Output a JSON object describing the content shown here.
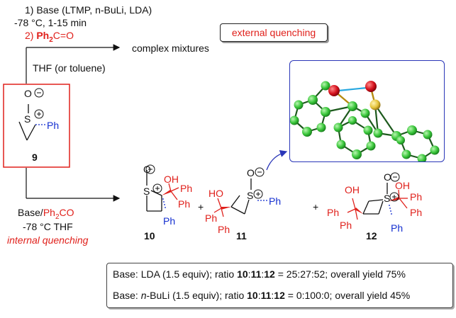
{
  "conditions_top": {
    "step1": "1) Base (LTMP, n-BuLi, LDA)",
    "temp": "-78 °C, 1-15 min",
    "step2_prefix": "2) ",
    "reagent_ph": "Ph",
    "reagent_sub": "2",
    "reagent_co": "C=O",
    "solvent": "THF (or toluene)"
  },
  "outcome_top": "complex mixtures",
  "external_label": "external quenching",
  "sm": {
    "o": "O",
    "s": "S",
    "ph": "Ph",
    "number": "9"
  },
  "conditions_bottom": {
    "base": "Base/",
    "reagent_ph": "Ph",
    "reagent_sub": "2",
    "reagent_co": "CO",
    "temp": "-78 °C  THF",
    "internal_label": "internal quenching"
  },
  "products": {
    "p10": {
      "number": "10",
      "oh": "OH",
      "ph1": "Ph",
      "ph2": "Ph",
      "ph3": "Ph",
      "o": "O",
      "s": "S"
    },
    "plus1": "+",
    "p11": {
      "number": "11",
      "ho": "HO",
      "ph1": "Ph",
      "ph2": "Ph",
      "ph3": "Ph",
      "o": "O",
      "s": "S"
    },
    "plus2": "+",
    "p12": {
      "number": "12",
      "oh1": "OH",
      "oh2": "OH",
      "ph1": "Ph",
      "ph2": "Ph",
      "ph3": "Ph",
      "ph4": "Ph",
      "ph5": "Ph",
      "o": "O",
      "s": "S"
    }
  },
  "results": {
    "line1": {
      "pre": "Base: LDA (1.5 equiv); ratio ",
      "n10": "10",
      "c1": ":",
      "n11": "11",
      "c2": ":",
      "n12": "12",
      "post": " = 25:27:52; overall yield 75%"
    },
    "line2": {
      "pre_a": "Base: ",
      "base_it": "n",
      "pre_b": "-BuLi (1.5 equiv); ratio  ",
      "n10": "10",
      "c1": ":",
      "n11": "11",
      "c2": ":",
      "n12": "12",
      "post": " = 0:100:0; overall yield 45%"
    }
  },
  "colors": {
    "accent": "#e0201b",
    "stereo": "#1530d0",
    "frame": "#2a36b8",
    "carbon": "#39c63a",
    "oxygen": "#d5121d",
    "sulfur": "#e5c43a"
  }
}
